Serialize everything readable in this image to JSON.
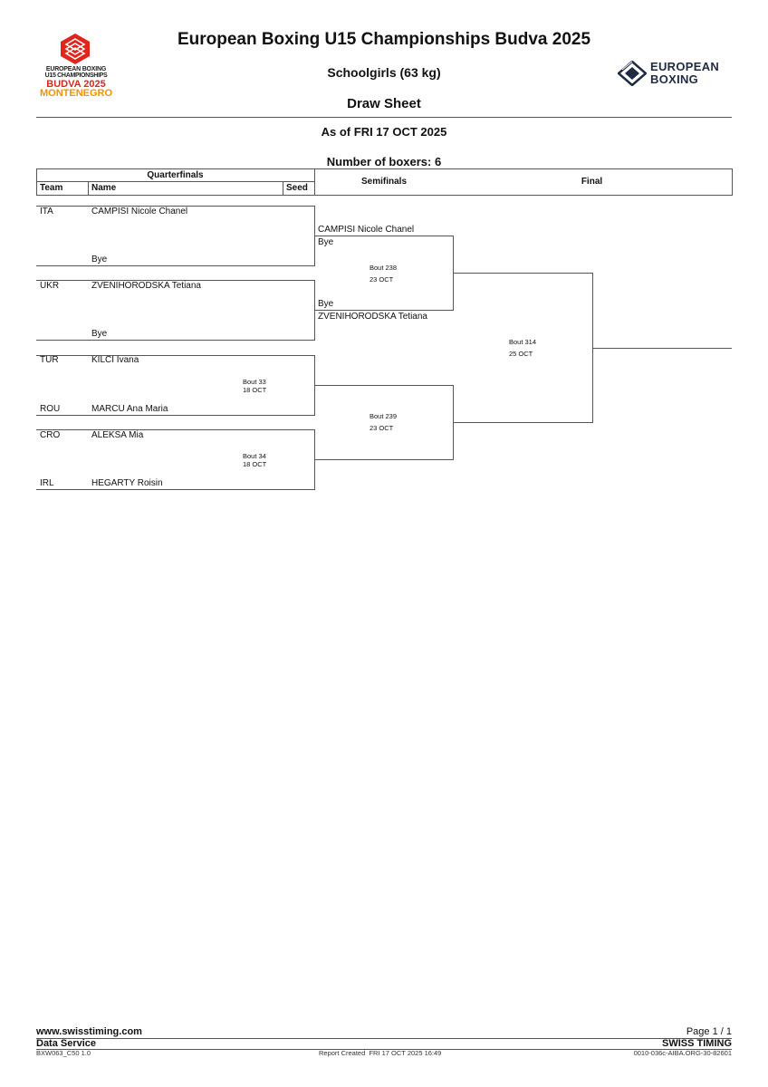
{
  "header": {
    "title": "European Boxing U15 Championships Budva 2025",
    "event": "Schoolgirls (63 kg)",
    "doc_type": "Draw Sheet",
    "as_of": "As of FRI 17 OCT 2025",
    "boxers_count": "Number of boxers: 6",
    "left_logo": {
      "line1": "EUROPEAN BOXING",
      "line2": "U15 CHAMPIONSHIPS",
      "line3": "BUDVA 2025",
      "line4": "MONTENEGRO",
      "color_red": "#e1251b",
      "color_orange": "#f39200"
    },
    "right_logo": {
      "line1": "EUROPEAN",
      "line2": "BOXING",
      "color": "#1f2a44"
    }
  },
  "table_header": {
    "quarterfinals": "Quarterfinals",
    "team": "Team",
    "name": "Name",
    "seed": "Seed",
    "semifinals": "Semifinals",
    "final": "Final"
  },
  "quarterfinals": [
    {
      "top": {
        "team": "ITA",
        "name": "CAMPISI Nicole Chanel"
      },
      "bottom": {
        "team": "",
        "name": "Bye"
      },
      "bout": "",
      "date": ""
    },
    {
      "top": {
        "team": "UKR",
        "name": "ZVENIHORODSKA Tetiana"
      },
      "bottom": {
        "team": "",
        "name": "Bye"
      },
      "bout": "",
      "date": ""
    },
    {
      "top": {
        "team": "TUR",
        "name": "KILCI Ivana"
      },
      "bottom": {
        "team": "ROU",
        "name": "MARCU Ana Maria"
      },
      "bout": "Bout 33",
      "date": "18 OCT"
    },
    {
      "top": {
        "team": "CRO",
        "name": "ALEKSA Mia"
      },
      "bottom": {
        "team": "IRL",
        "name": "HEGARTY Roisin"
      },
      "bout": "Bout 34",
      "date": "18 OCT"
    }
  ],
  "semifinals": [
    {
      "top_winner": "CAMPISI Nicole Chanel",
      "top_loser": "Bye",
      "bottom_loser": "Bye",
      "bottom_winner": "ZVENIHORODSKA Tetiana",
      "bout": "Bout 238",
      "date": "23 OCT"
    },
    {
      "top_winner": "",
      "top_loser": "",
      "bottom_loser": "",
      "bottom_winner": "",
      "bout": "Bout 239",
      "date": "23 OCT"
    }
  ],
  "final": {
    "bout": "Bout 314",
    "date": "25 OCT"
  },
  "footer": {
    "website": "www.swisstiming.com",
    "data_service": "Data Service",
    "code": "BXW063_C50 1.0",
    "report_created": "Report Created  FRI 17 OCT 2025 16:49",
    "page": "Page 1 / 1",
    "brand": "SWISS TIMING",
    "doc_id": "0010-036c-AIBA.ORG-30-82601"
  }
}
